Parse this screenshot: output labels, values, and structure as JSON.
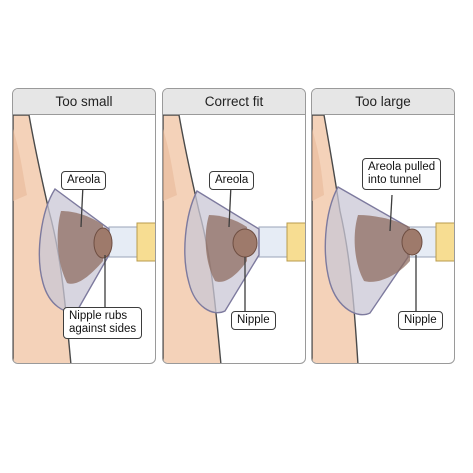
{
  "panels": [
    {
      "title": "Too small",
      "labels": {
        "areola": "Areola",
        "nipple_line1": "Nipple rubs",
        "nipple_line2": "against sides"
      }
    },
    {
      "title": "Correct fit",
      "labels": {
        "areola": "Areola",
        "nipple": "Nipple"
      }
    },
    {
      "title": "Too large",
      "labels": {
        "areola_line1": "Areola pulled",
        "areola_line2": "into tunnel",
        "nipple": "Nipple"
      }
    }
  ],
  "colors": {
    "skin": "#f4d2b9",
    "skin_outline": "#4a4a4a",
    "flange": "#c9c7d6",
    "flange_outline": "#7d7a9e",
    "areola": "#8c6a5c",
    "nipple": "#9e7a6b",
    "tube": "#e6ecf5",
    "connector": "#f7dd92"
  }
}
